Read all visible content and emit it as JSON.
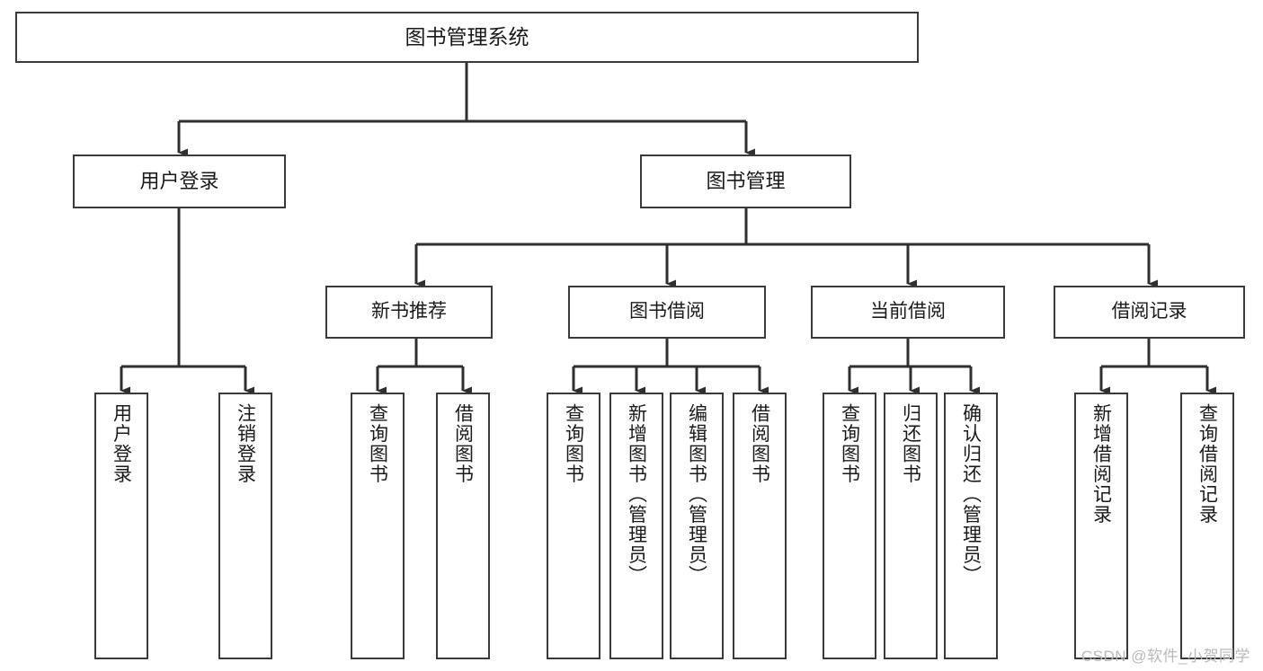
{
  "diagram": {
    "title": "图书管理系统",
    "watermark": "CSDN @软件_小贺同学",
    "stroke_color": "#3a3a3a",
    "text_color": "#1a1a1a",
    "background_color": "#ffffff",
    "nodes": {
      "root": "图书管理系统",
      "user_login": "用户登录",
      "book_management": "图书管理",
      "new_book_recommend": "新书推荐",
      "book_borrow": "图书借阅",
      "current_borrow": "当前借阅",
      "borrow_record": "借阅记录",
      "leaf_user_login": "用户登录",
      "leaf_logout": "注销登录",
      "leaf_query_book_1": "查询图书",
      "leaf_borrow_book_1": "借阅图书",
      "leaf_query_book_2": "查询图书",
      "leaf_add_book_admin": "新增图书（管理员）",
      "leaf_edit_book_admin": "编辑图书（管理员）",
      "leaf_borrow_book_2": "借阅图书",
      "leaf_query_book_3": "查询图书",
      "leaf_return_book": "归还图书",
      "leaf_confirm_return_admin": "确认归还（管理员）",
      "leaf_add_borrow_record": "新增借阅记录",
      "leaf_query_borrow_record": "查询借阅记录"
    }
  }
}
